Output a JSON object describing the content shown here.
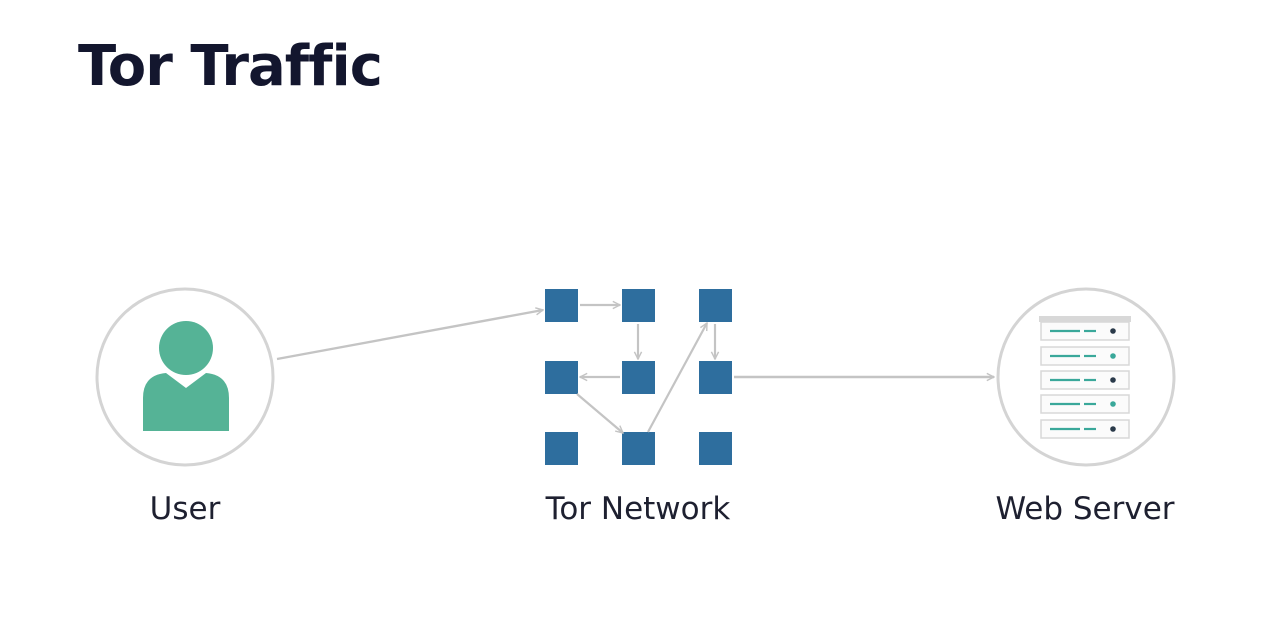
{
  "slide": {
    "title": "Tor Traffic"
  },
  "nodes": {
    "user": {
      "label": "User",
      "icon": "user-icon"
    },
    "tor_network": {
      "label": "Tor Network",
      "icon": "network-grid-icon"
    },
    "web_server": {
      "label": "Web Server",
      "icon": "server-rack-icon"
    }
  },
  "colors": {
    "title": "#13162e",
    "label": "#1e2030",
    "circle_stroke": "#d4d4d4",
    "arrow": "#c4c4c4",
    "tor_node": "#2e6e9e",
    "user_icon": "#55b396",
    "server_frame": "#d8d8d8",
    "server_accent": "#3aa89a"
  }
}
